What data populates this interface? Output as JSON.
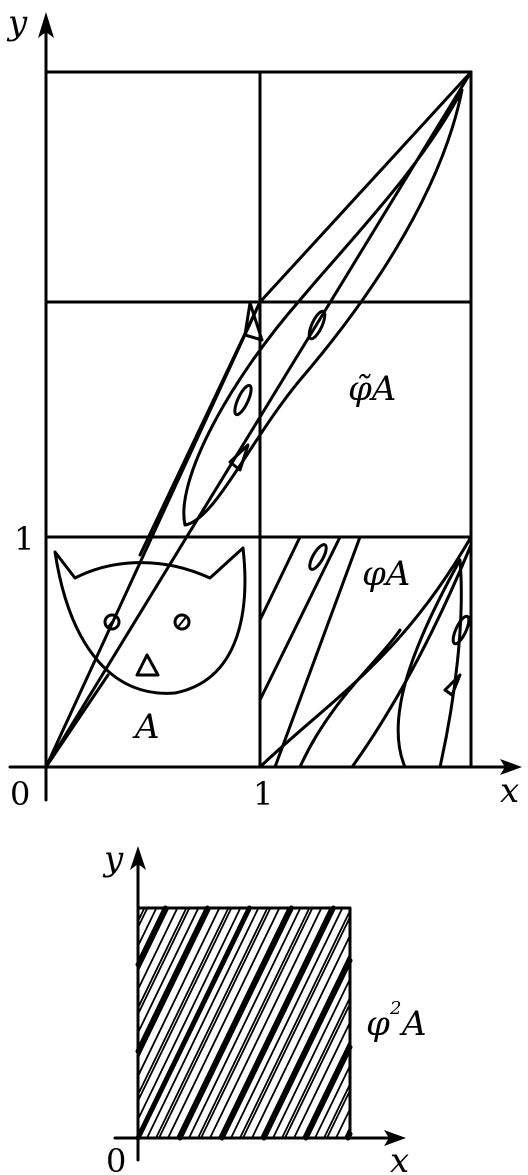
{
  "top_diagram": {
    "axis_x_label": "x",
    "axis_y_label": "y",
    "origin_label": "0",
    "tick_x_label": "1",
    "tick_y_label": "1",
    "region_label_A": "A",
    "region_label_phiA": "φA",
    "region_label_phitildeA": "φ̃A"
  },
  "bottom_diagram": {
    "axis_x_label": "x",
    "axis_y_label": "y",
    "origin_label": "0",
    "region_label_phi2A_base": "φ",
    "region_label_phi2A_exp": "2",
    "region_label_phi2A_tail": "A"
  }
}
